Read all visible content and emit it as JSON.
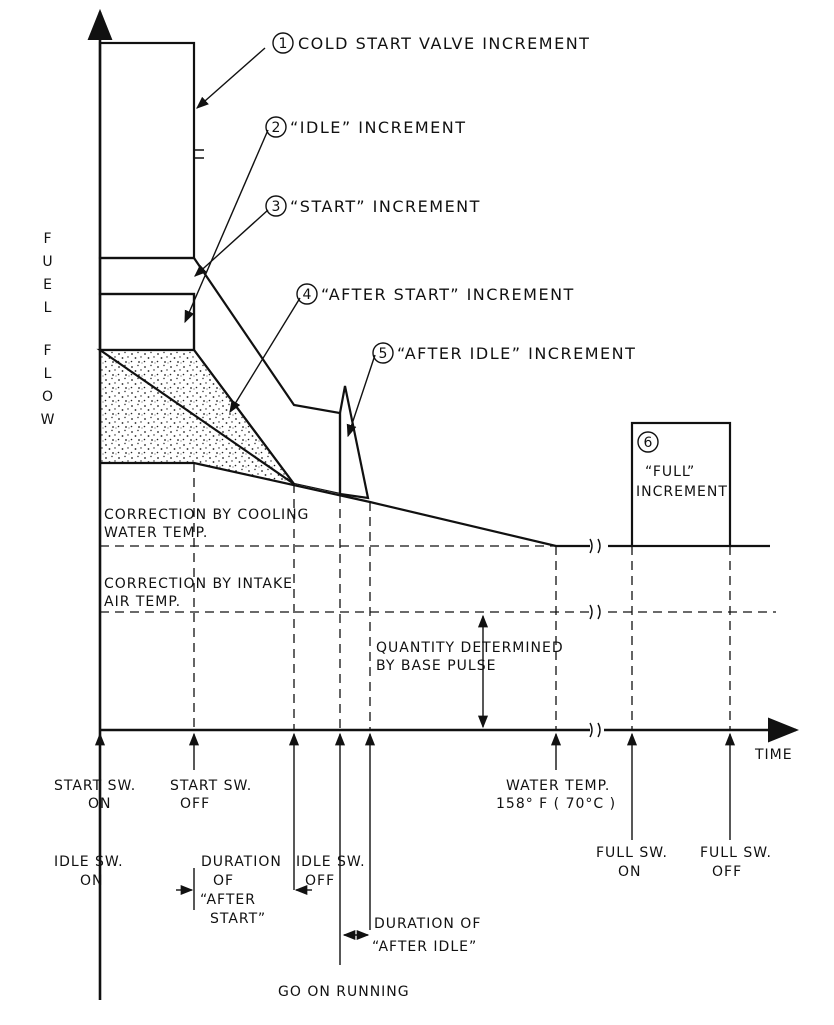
{
  "colors": {
    "ink": "#111111",
    "paper": "#ffffff"
  },
  "axes": {
    "y_label": [
      "F",
      "U",
      "E",
      "L",
      "",
      "F",
      "L",
      "O",
      "W"
    ],
    "x_label": "TIME"
  },
  "increments": {
    "cold_start": {
      "number": "1",
      "label": "COLD START VALVE INCREMENT"
    },
    "idle": {
      "number": "2",
      "label": "“IDLE” INCREMENT"
    },
    "start": {
      "number": "3",
      "label": "“START” INCREMENT"
    },
    "after_start": {
      "number": "4",
      "label": "“AFTER START” INCREMENT"
    },
    "after_idle": {
      "number": "5",
      "label": "“AFTER IDLE” INCREMENT"
    },
    "full": {
      "number": "6",
      "line1": "“FULL”",
      "line2": "INCREMENT"
    }
  },
  "corrections": {
    "cooling": [
      "CORRECTION BY COOLING",
      "WATER TEMP."
    ],
    "intake": [
      "CORRECTION BY INTAKE",
      "AIR TEMP."
    ],
    "base": [
      "QUANTITY DETERMINED",
      "BY BASE PULSE"
    ]
  },
  "events": {
    "start_on": [
      "START SW.",
      "ON"
    ],
    "start_off": [
      "START SW.",
      "OFF"
    ],
    "idle_on": [
      "IDLE SW.",
      "ON"
    ],
    "duration_after_start": [
      "DURATION",
      "OF",
      "“AFTER",
      "START”"
    ],
    "idle_off": [
      "IDLE SW.",
      "OFF"
    ],
    "duration_after_idle": [
      "DURATION OF",
      "“AFTER IDLE”"
    ],
    "go_on_running": "GO ON RUNNING",
    "water_temp": [
      "WATER TEMP.",
      "158° F ( 70°C )"
    ],
    "full_on": [
      "FULL SW.",
      "ON"
    ],
    "full_off": [
      "FULL SW.",
      "OFF"
    ]
  }
}
